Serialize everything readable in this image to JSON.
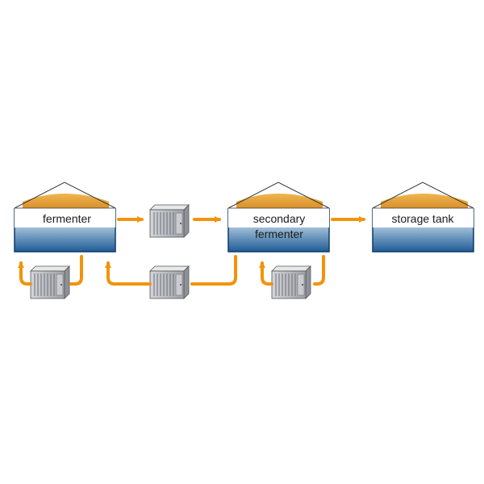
{
  "tanks": [
    {
      "id": "fermenter",
      "label_lines": [
        "fermenter"
      ]
    },
    {
      "id": "secondary",
      "label_lines": [
        "secondary",
        "fermenter"
      ]
    },
    {
      "id": "storage",
      "label_lines": [
        "storage tank"
      ]
    }
  ],
  "colors": {
    "arrow": "#f2930b",
    "foam": "#e8a94a",
    "liquid_top": "#e6f0f8",
    "liquid_bottom": "#1f5c96",
    "outline": "#0d3a66",
    "container": "#b9bcc1"
  },
  "icons": [
    "unit-icon"
  ]
}
